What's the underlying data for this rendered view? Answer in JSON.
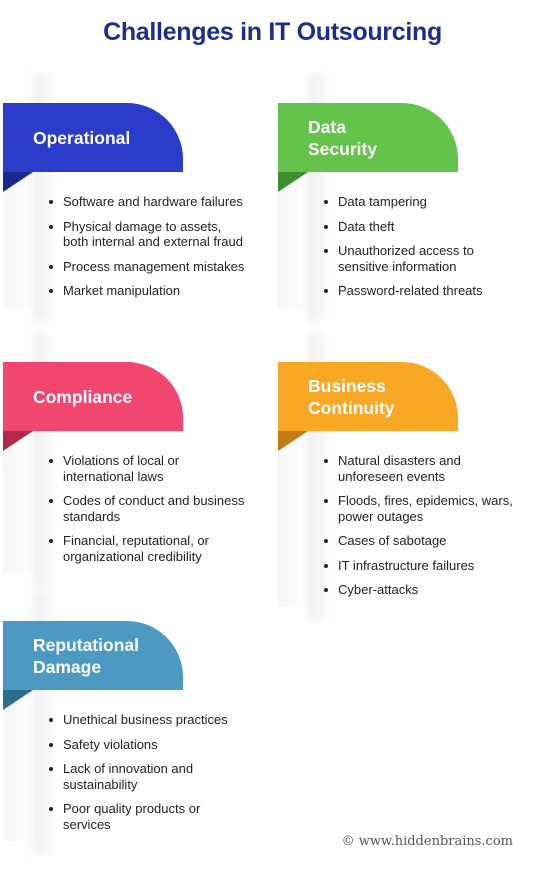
{
  "title": "Challenges in IT Outsourcing",
  "cards": [
    {
      "heading": [
        "Operational"
      ],
      "color": "#2a3cc9",
      "fold_color": "#1b2a8f",
      "items": [
        "Software and hardware failures",
        "Physical damage to assets, both internal and external fraud",
        "Process management mistakes",
        "Market manipulation"
      ]
    },
    {
      "heading": [
        "Data",
        "Security"
      ],
      "color": "#63c34a",
      "fold_color": "#3f8f2e",
      "items": [
        "Data tampering",
        "Data theft",
        "Unauthorized access to sensitive information",
        "Password-related threats"
      ]
    },
    {
      "heading": [
        "Compliance"
      ],
      "color": "#f0466f",
      "fold_color": "#b22a4b",
      "items": [
        "Violations of local or international laws",
        "Codes of conduct and business standards",
        "Financial, reputational, or organizational credibility"
      ]
    },
    {
      "heading": [
        "Business",
        "Continuity"
      ],
      "color": "#f9a825",
      "fold_color": "#c27b10",
      "items": [
        "Natural disasters and unforeseen events",
        "Floods, fires, epidemics, wars, power outages",
        "Cases of sabotage",
        "IT infrastructure failures",
        "Cyber-attacks"
      ]
    },
    {
      "heading": [
        "Reputational",
        "Damage"
      ],
      "color": "#4c9ac1",
      "fold_color": "#2f6d8e",
      "items": [
        "Unethical business practices",
        "Safety violations",
        "Lack of innovation and sustainability",
        "Poor quality products or services"
      ]
    }
  ],
  "footer": "© www.hiddenbrains.com"
}
